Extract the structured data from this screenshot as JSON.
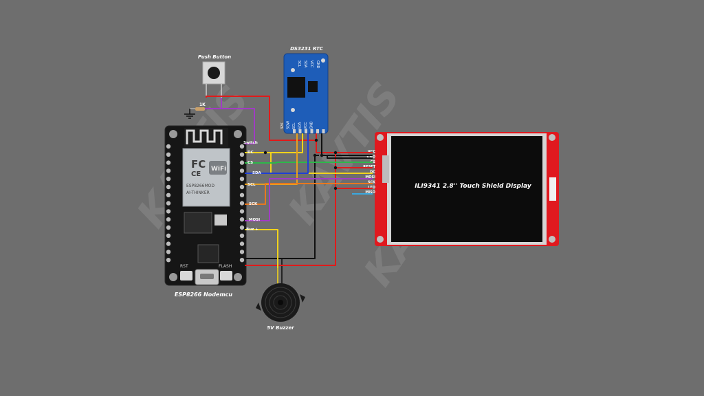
{
  "labels": {
    "push_button": "Push Button",
    "rtc": "DS3231 RTC",
    "nodemcu": "ESP8266 Nodemcu",
    "buzzer": "5V Buzzer",
    "display": "ILI9341 2.8'' Touch Shield Display",
    "resistor": "1K",
    "watermark": "KAVTIS"
  },
  "esp_pins": {
    "switch": "Switch",
    "dc": "DC",
    "cs": "CS",
    "sda": "SDA",
    "scl": "SCL",
    "sck": "SCK",
    "mosi": "MOSI",
    "buzzer": "Buz +"
  },
  "display_pins": [
    "VCC",
    "GND",
    "CS",
    "RESET",
    "DC",
    "MOSI",
    "SCK",
    "LED",
    "MISO"
  ],
  "rtc_pins": [
    "32K",
    "SQW",
    "SCL",
    "SDA",
    "VCC",
    "GND"
  ],
  "rtc_top_pins": [
    "SCL",
    "SDA",
    "VCC",
    "GND"
  ],
  "board": {
    "wifi": "WiFi",
    "fc": "FC",
    "ce": "CE",
    "rst": "RST",
    "flash": "FLASH",
    "model": "ESP8266MOD",
    "vendor": "AI-THINKER"
  },
  "colors": {
    "background": "#6e6e6e",
    "vcc": "#e11a1a",
    "gnd": "#111111",
    "cs": "#2db84a",
    "dc": "#f2d31b",
    "sda": "#1f3fd6",
    "scl": "#e8a020",
    "sck": "#e8781f",
    "mosi": "#a13bc4",
    "miso": "#3aa9e0",
    "button": "#a13bc4",
    "buzzer": "#f2d31b",
    "display_pcb": "#e0191f",
    "rtc_pcb": "#1e5db8"
  }
}
